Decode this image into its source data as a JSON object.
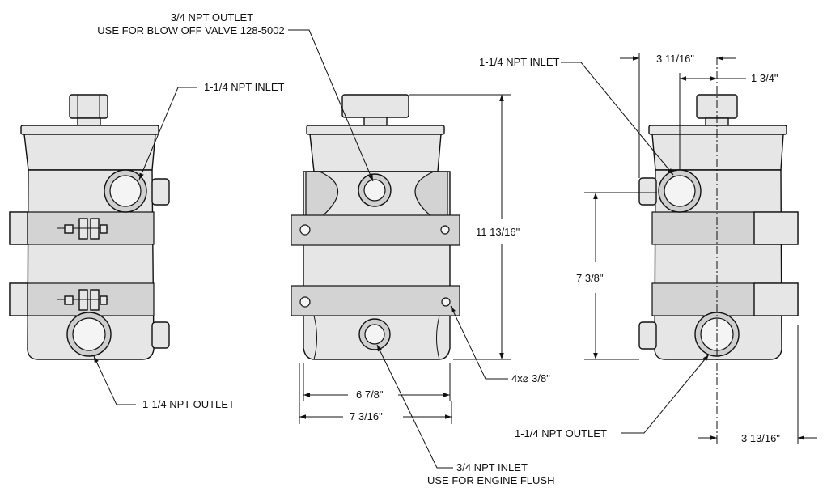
{
  "labels": {
    "top_outlet_line1": "3/4 NPT OUTLET",
    "top_outlet_line2": "USE FOR BLOW OFF VALVE 128-5002",
    "left_inlet": "1-1/4 NPT INLET",
    "left_outlet": "1-1/4 NPT OUTLET",
    "bottom_inlet_line1": "3/4 NPT INLET",
    "bottom_inlet_line2": "USE FOR ENGINE FLUSH",
    "right_inlet": "1-1/4 NPT INLET",
    "right_outlet": "1-1/4 NPT OUTLET"
  },
  "dimensions": {
    "height": "11 13/16\"",
    "width_inner": "6 7/8\"",
    "width_outer": "7 3/16\"",
    "holes": "4x⌀ 3/8\"",
    "inlet_offset": "3 11/16\"",
    "inlet_center": "1 3/4\"",
    "inlet_height": "7 3/8\"",
    "outlet_offset": "3 13/16\""
  },
  "colors": {
    "line": "#111111",
    "body": "#e6e6e6",
    "band": "#d3d3d3"
  }
}
